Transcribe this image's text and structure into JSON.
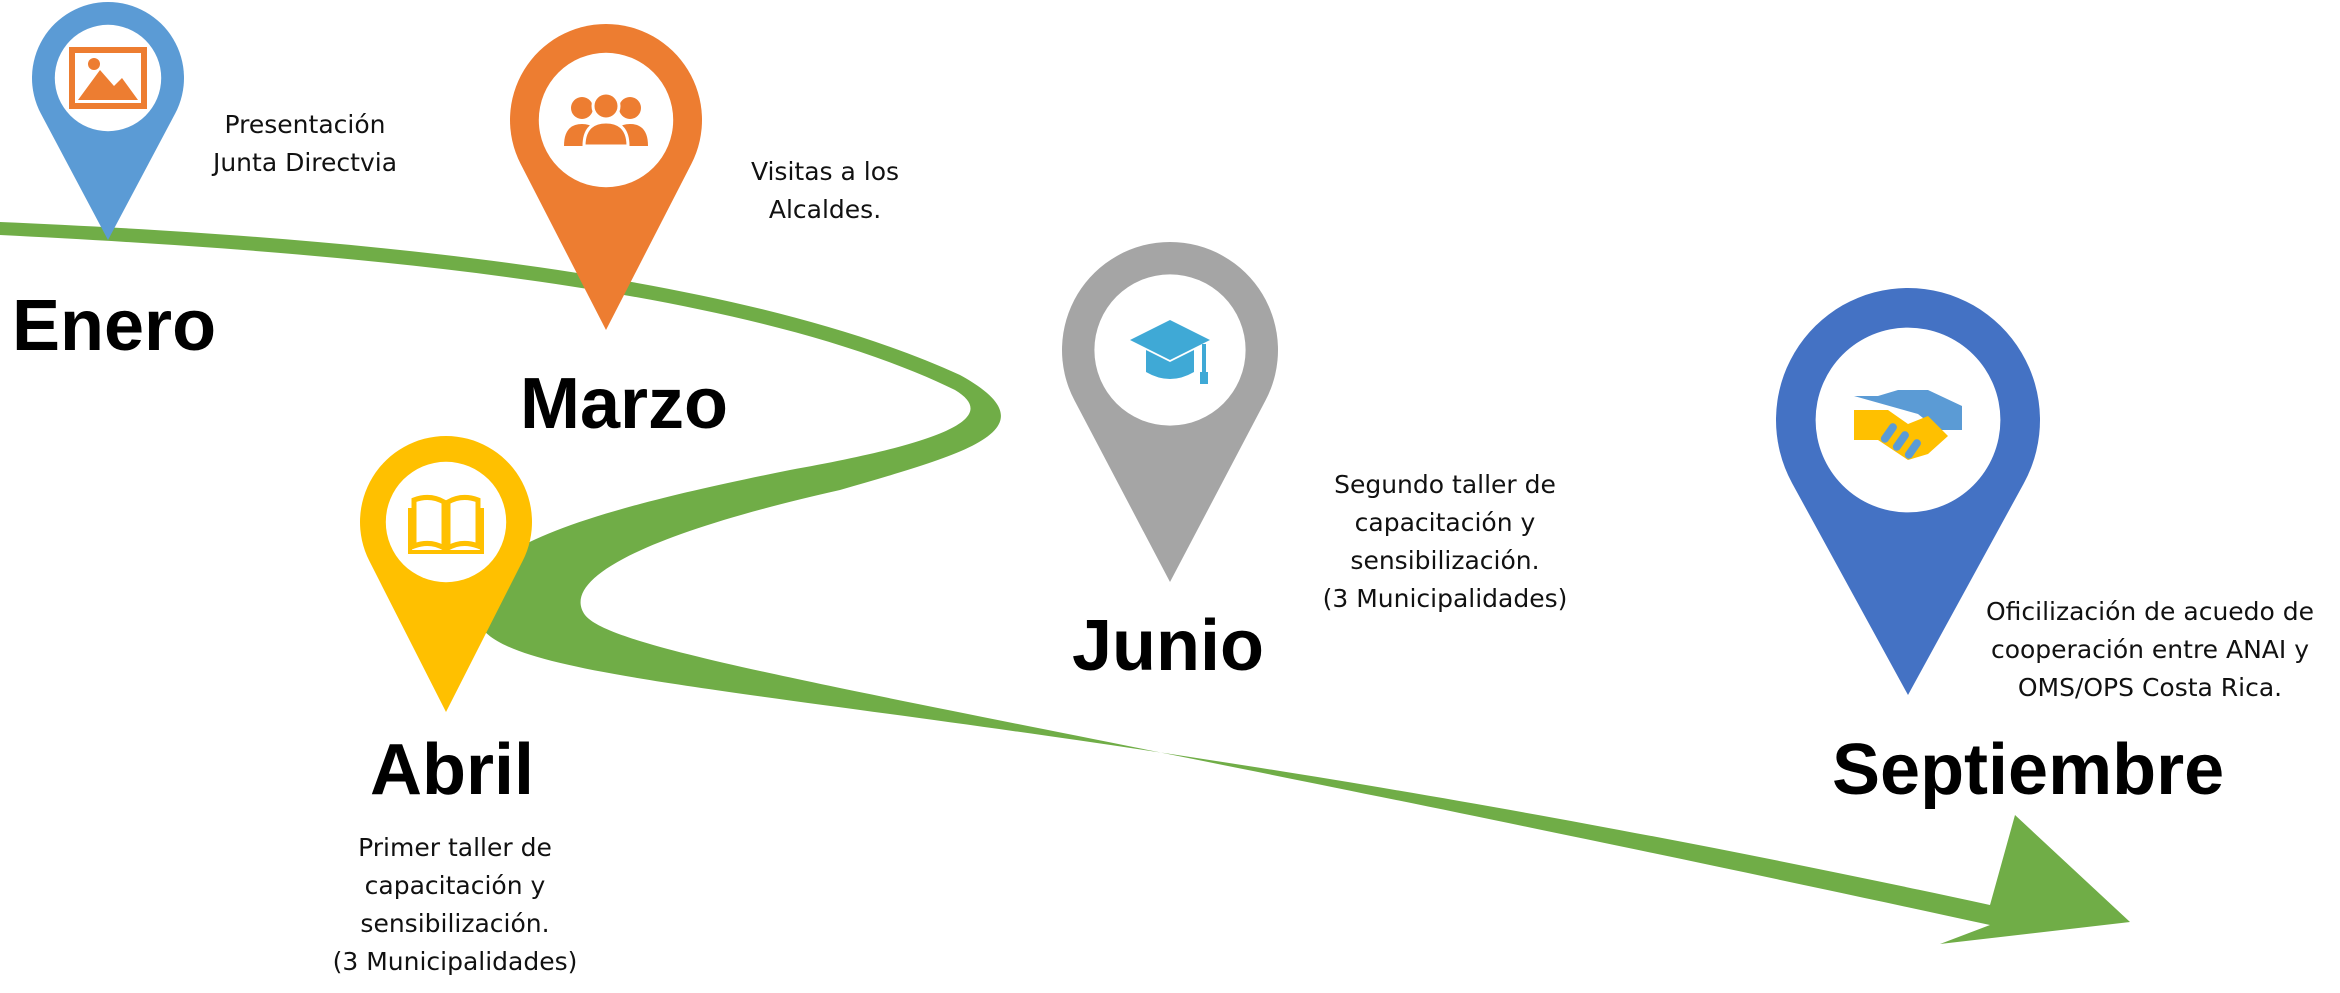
{
  "colors": {
    "road": "#70AD47",
    "pin_enero": "#5B9BD5",
    "pin_marzo": "#ED7D31",
    "pin_abril": "#FFC000",
    "pin_junio": "#A5A5A5",
    "pin_septiembre": "#4472C4"
  },
  "milestones": [
    {
      "month": "Enero",
      "icon": "picture-icon",
      "description": [
        "Presentación",
        "Junta Directvia"
      ]
    },
    {
      "month": "Marzo",
      "icon": "people-group-icon",
      "description": [
        "Visitas a los",
        "Alcaldes."
      ]
    },
    {
      "month": "Abril",
      "icon": "book-icon",
      "description": [
        "Primer taller de",
        "capacitación y",
        "sensibilización.",
        "(3 Municipalidades)"
      ]
    },
    {
      "month": "Junio",
      "icon": "graduation-cap-icon",
      "description": [
        "Segundo taller de",
        "capacitación y",
        "sensibilización.",
        "(3 Municipalidades)"
      ]
    },
    {
      "month": "Septiembre",
      "icon": "handshake-icon",
      "description": [
        "Oficilización de acuedo de",
        "cooperación entre ANAI y",
        "OMS/OPS Costa Rica."
      ]
    }
  ]
}
